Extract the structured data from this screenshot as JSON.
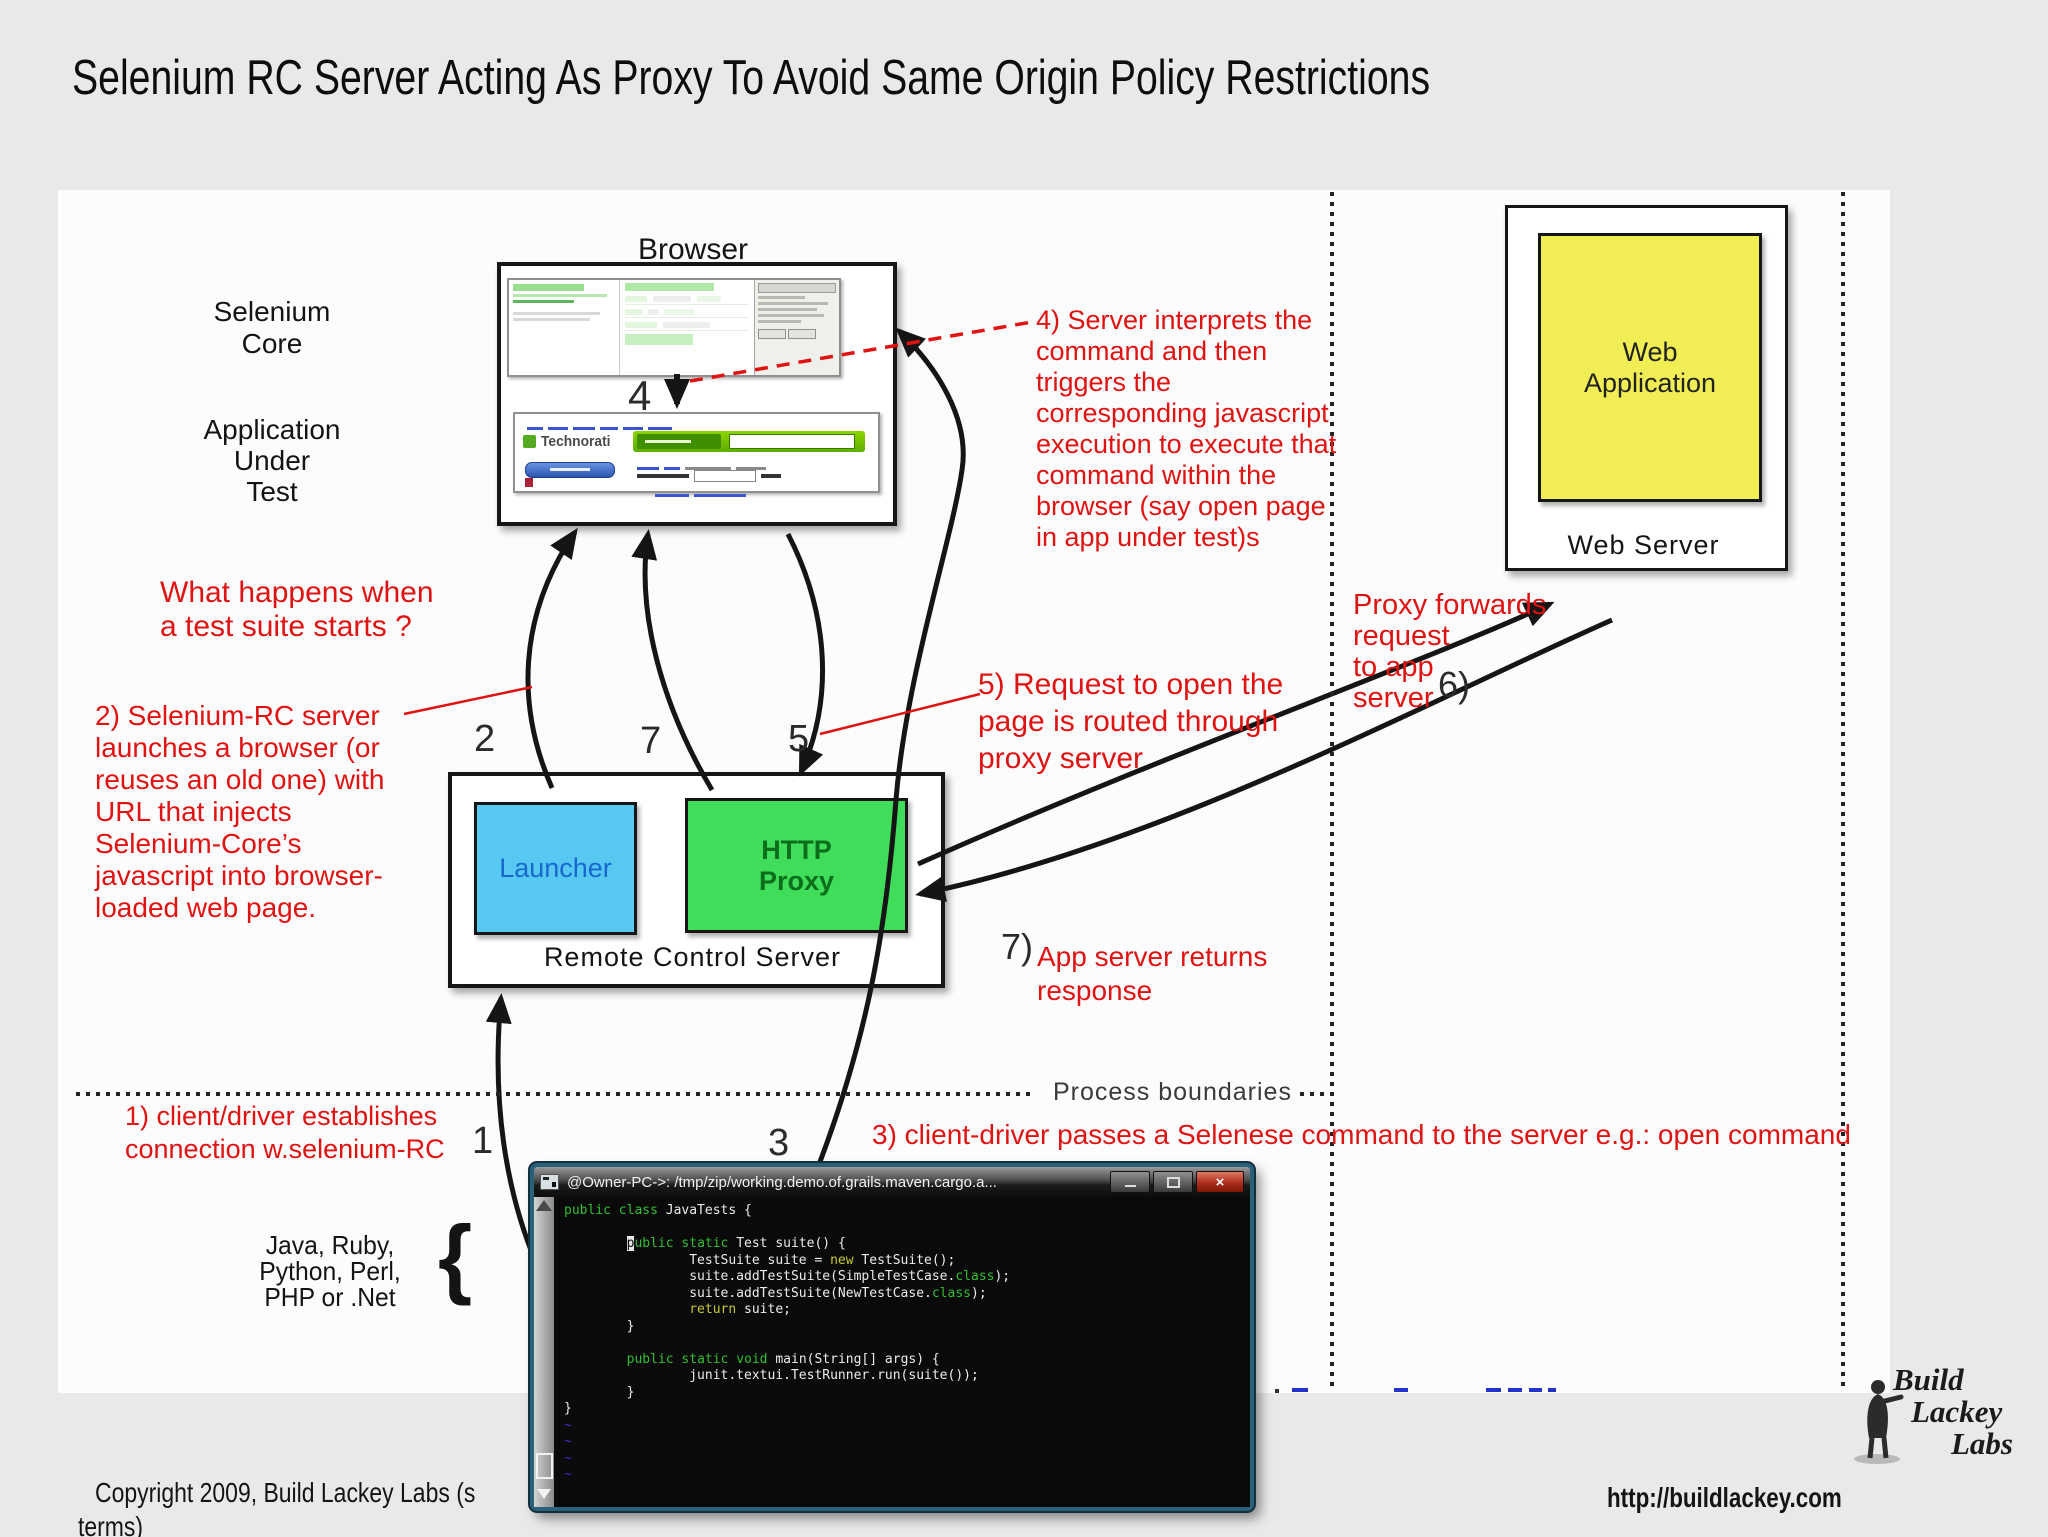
{
  "title": "Selenium RC Server Acting As Proxy To Avoid Same Origin Policy Restrictions",
  "left_labels": {
    "selenium_core": "Selenium\nCore",
    "application_under_test": "Application\nUnder\nTest",
    "languages": "Java, Ruby,\nPython, Perl,\nPHP or .Net",
    "brace": "{"
  },
  "diagram": {
    "browser_label": "Browser",
    "launcher_label": "Launcher",
    "http_proxy_label": "HTTP\nProxy",
    "remote_control_server_label": "Remote Control Server",
    "web_application_label": "Web\nApplication",
    "web_server_label": "Web Server",
    "process_boundaries_label": "Process boundaries",
    "technorati_label": "Technorati"
  },
  "step_numbers": {
    "s1": "1",
    "s2": "2",
    "s3": "3",
    "s4": "4",
    "s5": "5",
    "s6": "6)",
    "s7": "7",
    "s7r": "7)"
  },
  "annotations": {
    "what_happens": "What happens when\na test suite starts ?",
    "step1": "1) client/driver establishes\n connection w.selenium-RC",
    "step2": "2)  Selenium-RC server\nlaunches a browser (or\nreuses an old one) with\nURL that injects\nSelenium-Core’s\njavascript into browser-\nloaded web page.",
    "step3": "3) client-driver passes a Selenese command to the server e.g.: open command",
    "step4": "4) Server interprets the\ncommand and then\ntriggers the\ncorresponding javascript\nexecution to execute that\ncommand within the\nbrowser (say open page\nin app under test)s",
    "step5": "5) Request to open the\npage is routed through\nproxy server",
    "step6": "Proxy forwards\nrequest\n to app\nserver",
    "step7": "App server returns\nresponse"
  },
  "terminal": {
    "title": "@Owner-PC->: /tmp/zip/working.demo.of.grails.maven.cargo.a...",
    "close_glyph": "×",
    "code_lines": [
      [
        {
          "t": "public class",
          "c": "kw"
        },
        {
          "t": " JavaTests {",
          "c": ""
        }
      ],
      [],
      [
        {
          "t": "        ",
          "c": ""
        },
        {
          "t": "p",
          "c": "cur"
        },
        {
          "t": "ublic static",
          "c": "kw"
        },
        {
          "t": " Test suite() {",
          "c": ""
        }
      ],
      [
        {
          "t": "                TestSuite suite = ",
          "c": ""
        },
        {
          "t": "new",
          "c": "yl"
        },
        {
          "t": " TestSuite();",
          "c": ""
        }
      ],
      [
        {
          "t": "                suite.addTestSuite(SimpleTestCase.",
          "c": ""
        },
        {
          "t": "class",
          "c": "kw"
        },
        {
          "t": ");",
          "c": ""
        }
      ],
      [
        {
          "t": "                suite.addTestSuite(NewTestCase.",
          "c": ""
        },
        {
          "t": "class",
          "c": "kw"
        },
        {
          "t": ");",
          "c": ""
        }
      ],
      [
        {
          "t": "                ",
          "c": ""
        },
        {
          "t": "return",
          "c": "yl"
        },
        {
          "t": " suite;",
          "c": ""
        }
      ],
      [
        {
          "t": "        }",
          "c": ""
        }
      ],
      [],
      [
        {
          "t": "        ",
          "c": ""
        },
        {
          "t": "public static void",
          "c": "kw"
        },
        {
          "t": " main(String[] args) {",
          "c": ""
        }
      ],
      [
        {
          "t": "                junit.textui.TestRunner.run(suite());",
          "c": ""
        }
      ],
      [
        {
          "t": "        }",
          "c": ""
        }
      ],
      [
        {
          "t": "}",
          "c": ""
        }
      ],
      [
        {
          "t": "~",
          "c": "tl"
        }
      ],
      [
        {
          "t": "~",
          "c": "tl"
        }
      ],
      [
        {
          "t": "~",
          "c": "tl"
        }
      ],
      [
        {
          "t": "~",
          "c": "tl"
        }
      ]
    ]
  },
  "footer": {
    "copyright_line1": "Copyright 2009, Build Lackey Labs  (s",
    "copyright_line2": "terms)",
    "url": "http://buildlackey.com",
    "logo_line1": "Build",
    "logo_line2": "Lackey",
    "logo_line3": "Labs"
  },
  "colors": {
    "annotation_red": "#e01212",
    "launcher_blue": "#57c8f2",
    "proxy_green": "#3fdd5a",
    "web_app_yellow": "#f1ee55",
    "code_green": "#2fbf2f",
    "code_yellow": "#c9c932",
    "tilde_blue": "#3333cc"
  }
}
